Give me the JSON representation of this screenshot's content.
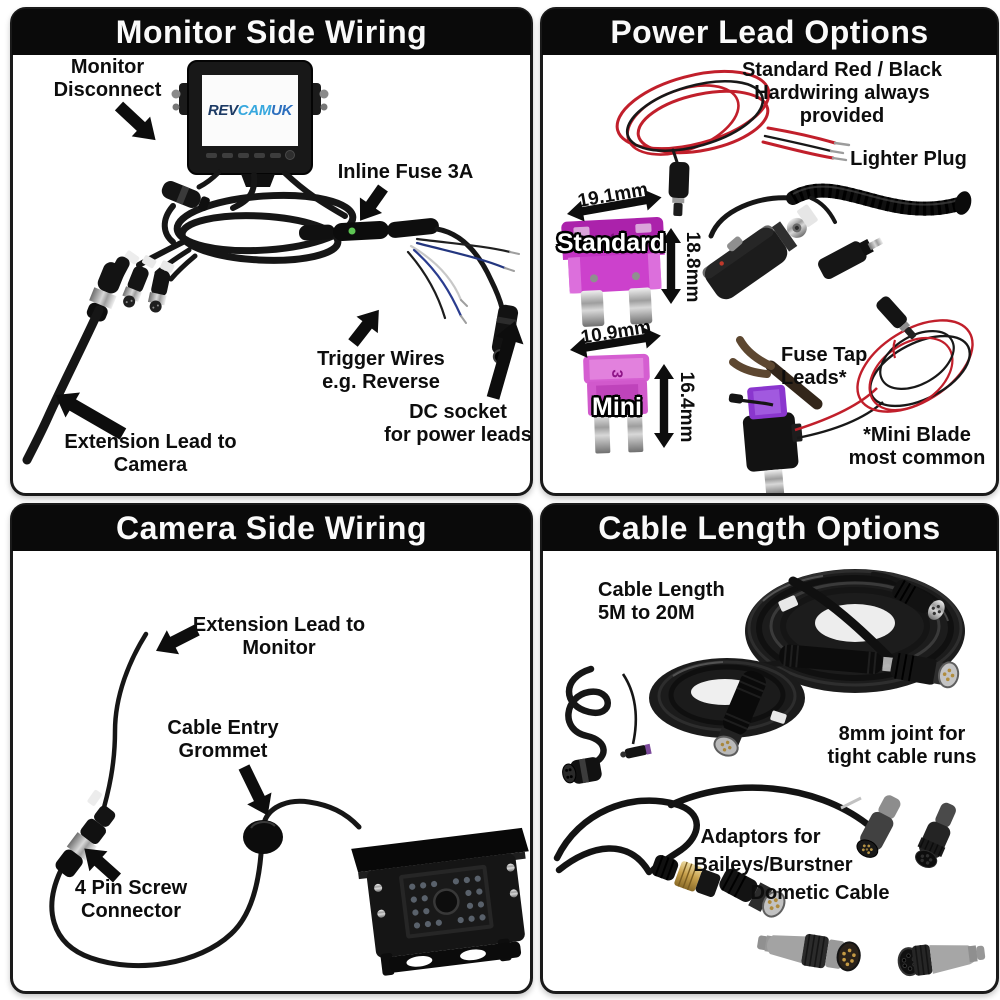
{
  "colors": {
    "panel_border": "#1a1a1a",
    "title_bar": "#0a0a0a",
    "title_text": "#fafafa",
    "label_text": "#0d0d0d",
    "fuse_standard_magenta": "#c433c4",
    "fuse_mini_pink": "#d355cf",
    "fuse_tap_purple": "#8a36ce",
    "wire_red": "#c11f2b",
    "logo_rev": "#1c3a64",
    "logo_cam": "#38a8de",
    "logo_uk": "#2d6fbe"
  },
  "panels": {
    "monitor_side": {
      "title": "Monitor Side Wiring",
      "logo": {
        "rev": "REV",
        "cam": "CAM",
        "uk": "UK"
      },
      "labels": {
        "monitor_disconnect": "Monitor\nDisconnect",
        "inline_fuse": "Inline Fuse 3A",
        "trigger_wires": "Trigger Wires\ne.g. Reverse",
        "dc_socket": "DC socket\nfor power leads",
        "extension_lead": "Extension Lead to\nCamera"
      }
    },
    "power_lead": {
      "title": "Power Lead Options",
      "labels": {
        "hardwiring": "Standard Red / Black\nHardwiring always provided",
        "lighter_plug": "Lighter Plug",
        "fuse_tap": "Fuse Tap\nLeads*",
        "mini_blade_note": "*Mini Blade\nmost common"
      },
      "fuses": {
        "standard": {
          "name": "Standard",
          "width": "19.1mm",
          "height": "18.8mm"
        },
        "mini": {
          "name": "Mini",
          "width": "10.9mm",
          "height": "16.4mm"
        }
      }
    },
    "camera_side": {
      "title": "Camera Side Wiring",
      "labels": {
        "extension_lead": "Extension Lead to\nMonitor",
        "grommet": "Cable Entry\nGrommet",
        "connector": "4 Pin Screw\nConnector"
      }
    },
    "cable_length": {
      "title": "Cable Length Options",
      "labels": {
        "cable_length": "Cable Length\n5M to 20M",
        "joint": "8mm joint for\ntight cable runs",
        "adaptors_1": "Adaptors for",
        "adaptors_2": "Baileys/Burstner",
        "adaptors_3": "Dometic Cable"
      }
    }
  }
}
